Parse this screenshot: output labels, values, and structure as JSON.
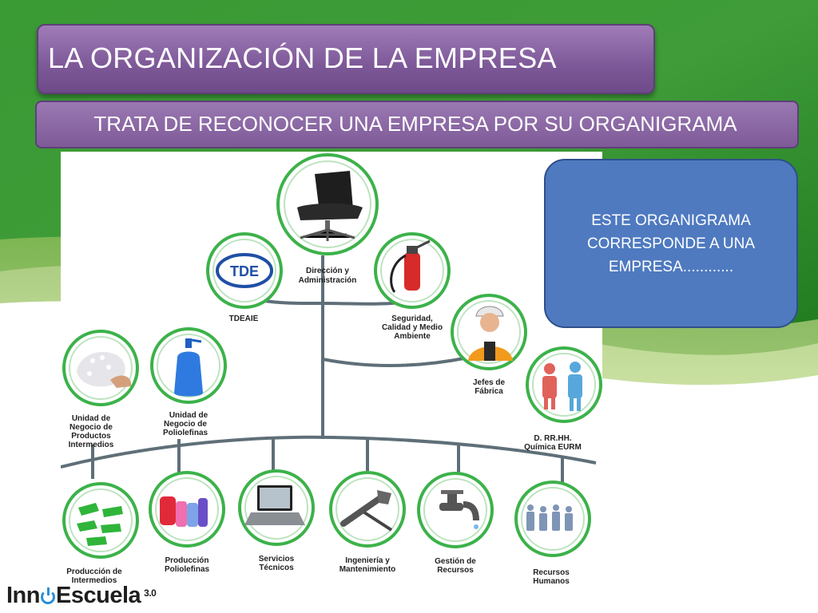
{
  "slide": {
    "title": "LA ORGANIZACIÓN DE LA EMPRESA",
    "subtitle": "TRATA DE RECONOCER UNA EMPRESA POR SU ORGANIGRAMA",
    "note": "ESTE ORGANIGRAMA CORRESPONDE A UNA EMPRESA............",
    "colors": {
      "title_bg": "#7d5898",
      "note_bg": "#4f7ac0",
      "bg_green": "#2f8a2a",
      "node_ring": "#3cb24a"
    }
  },
  "org": {
    "top": {
      "label1": "Dirección y",
      "label2": "Administración",
      "icon": "office-chair-icon"
    },
    "tdeaie": {
      "logo": "TDE",
      "label": "TDEAIE",
      "icon": "tde-logo-icon"
    },
    "seguridad": {
      "label1": "Seguridad,",
      "label2": "Calidad y Medio",
      "label3": "Ambiente",
      "icon": "fire-extinguisher-icon"
    },
    "jefes": {
      "label1": "Jefes de",
      "label2": "Fábrica",
      "icon": "worker-helmet-icon"
    },
    "rrhh": {
      "label1": "D. RR.HH.",
      "label2": "Química EURM",
      "icon": "people-icon"
    },
    "unidad_intermedios": {
      "label1": "Unidad de",
      "label2": "Negocio de",
      "label3": "Productos",
      "label4": "Intermedios",
      "icon": "granules-icon"
    },
    "unidad_poliolefinas": {
      "label1": "Unidad de",
      "label2": "Negocio de",
      "label3": "Poliolefinas",
      "icon": "blue-bottle-icon"
    },
    "bottom": [
      {
        "label1": "Producción de",
        "label2": "Intermedios",
        "icon": "green-pellets-icon"
      },
      {
        "label1": "Producción",
        "label2": "Poliolefinas",
        "icon": "plastic-bottles-icon"
      },
      {
        "label1": "Servicios",
        "label2": "Técnicos",
        "icon": "laptop-icon"
      },
      {
        "label1": "Ingeniería y",
        "label2": "Mantenimiento",
        "icon": "wrench-icon"
      },
      {
        "label1": "Gestión de",
        "label2": "Recursos",
        "icon": "faucet-icon"
      },
      {
        "label1": "Recursos",
        "label2": "Humanos",
        "icon": "people-group-icon"
      }
    ]
  },
  "logo": {
    "part1": "Inn",
    "part2": "Escuela",
    "version": "3.0"
  }
}
